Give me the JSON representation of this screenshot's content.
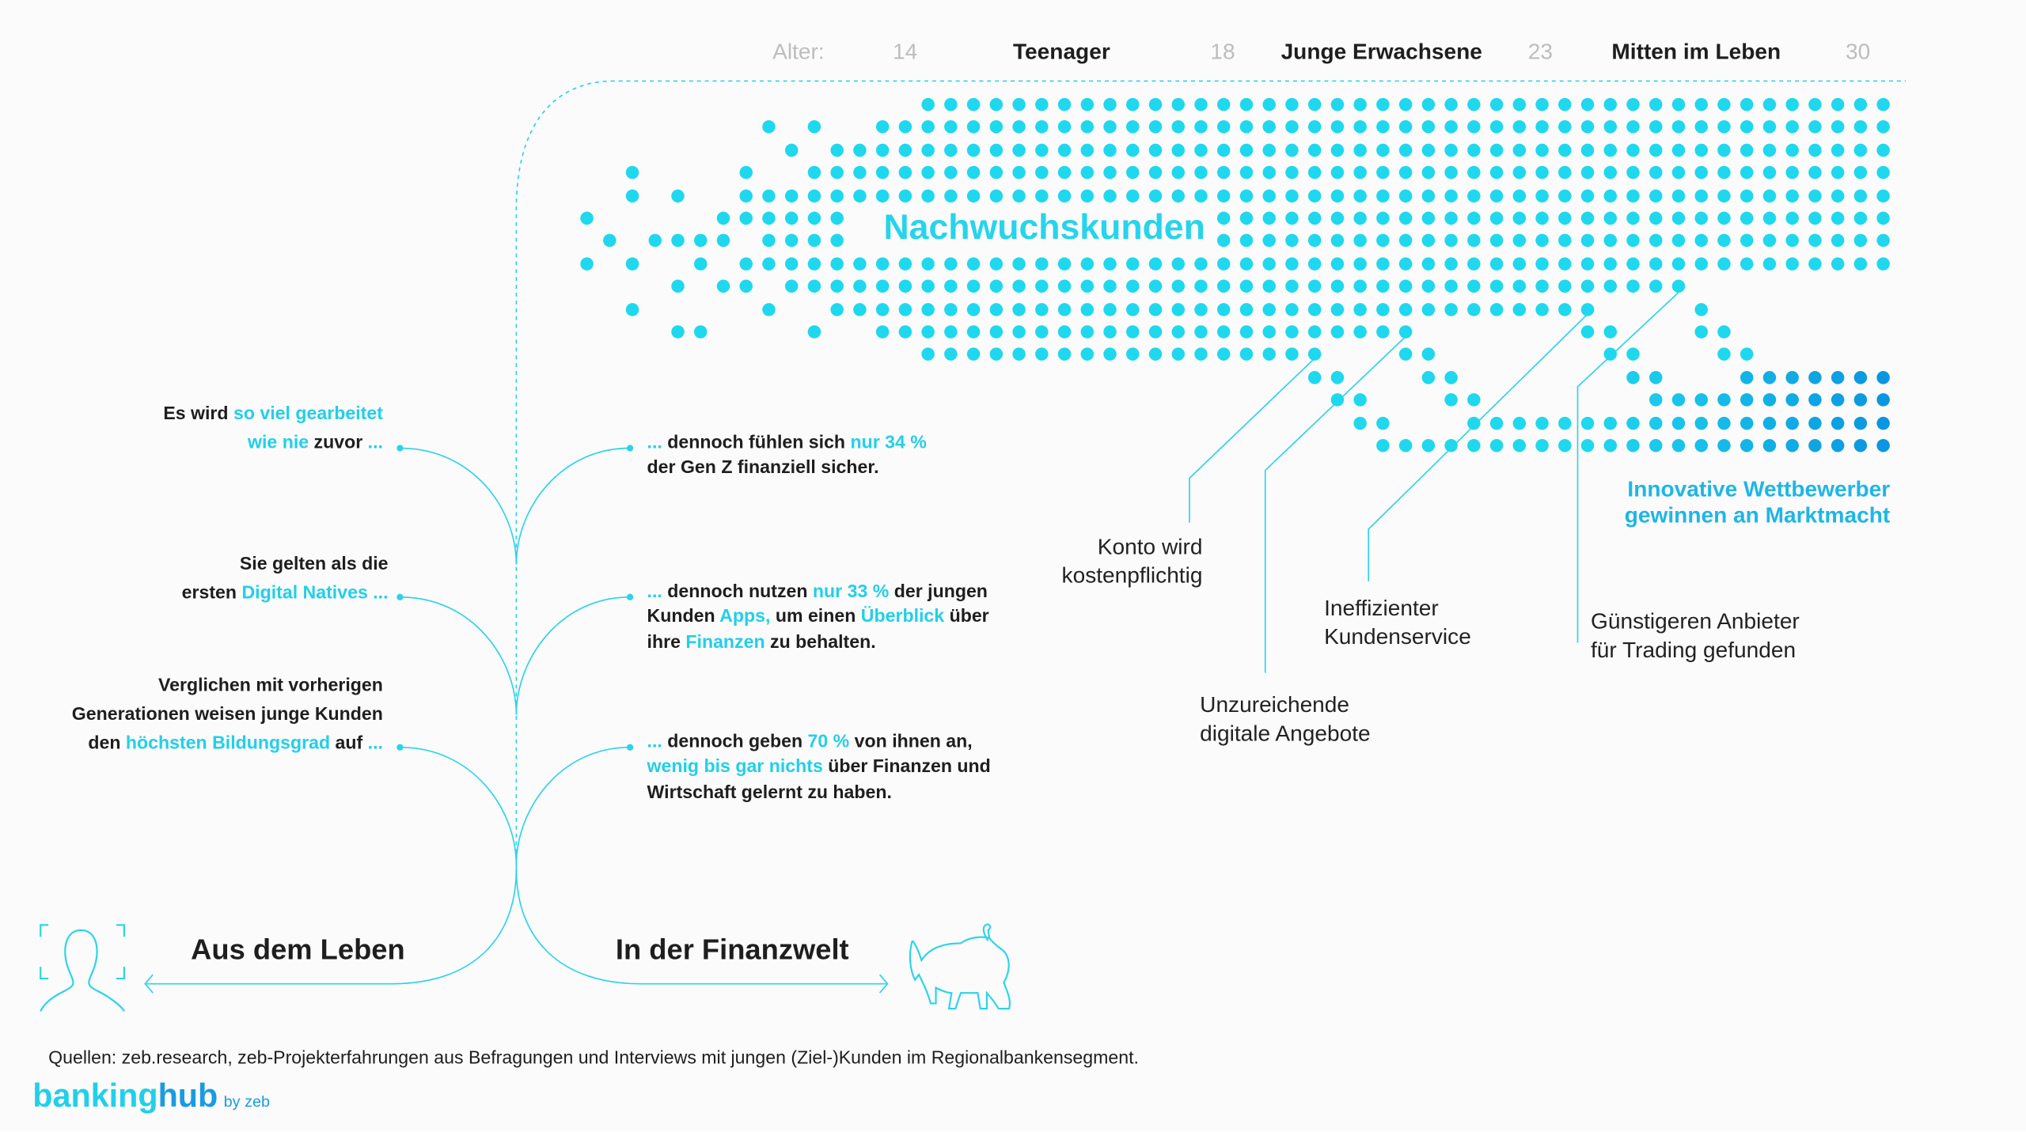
{
  "header": {
    "age_label": "Alter:",
    "ages": [
      "14",
      "18",
      "23",
      "30"
    ],
    "phases": [
      "Teenager",
      "Junge Erwachsene",
      "Mitten im Leben"
    ]
  },
  "chart_title": "Nachwuchskunden",
  "life_statements": [
    [
      [
        {
          "t": "Es wird "
        },
        {
          "t": "so viel gearbeitet",
          "hl": true
        }
      ],
      [
        {
          "t": "wie nie",
          "hl": true
        },
        {
          "t": " zuvor "
        },
        {
          "t": "...",
          "hl": true
        }
      ]
    ],
    [
      [
        {
          "t": "Sie gelten als die"
        }
      ],
      [
        {
          "t": "ersten "
        },
        {
          "t": "Digital Natives ...",
          "hl": true
        }
      ]
    ],
    [
      [
        {
          "t": "Verglichen mit vorherigen"
        }
      ],
      [
        {
          "t": "Generationen weisen junge Kunden"
        }
      ],
      [
        {
          "t": "den "
        },
        {
          "t": "höchsten Bildungsgrad",
          "hl": true
        },
        {
          "t": " auf "
        },
        {
          "t": "...",
          "hl": true
        }
      ]
    ]
  ],
  "finance_statements": [
    [
      [
        {
          "t": "... ",
          "hl": true
        },
        {
          "t": "dennoch fühlen sich "
        },
        {
          "t": "nur 34 %",
          "hl": true
        }
      ],
      [
        {
          "t": "der Gen Z finanziell sicher."
        }
      ]
    ],
    [
      [
        {
          "t": "... ",
          "hl": true
        },
        {
          "t": "dennoch nutzen "
        },
        {
          "t": "nur 33 %",
          "hl": true
        },
        {
          "t": " der jungen"
        }
      ],
      [
        {
          "t": "Kunden "
        },
        {
          "t": "Apps,",
          "hl": true
        },
        {
          "t": " um einen "
        },
        {
          "t": "Überblick",
          "hl": true
        },
        {
          "t": " über"
        }
      ],
      [
        {
          "t": "ihre "
        },
        {
          "t": "Finanzen",
          "hl": true
        },
        {
          "t": " zu behalten."
        }
      ]
    ],
    [
      [
        {
          "t": "... ",
          "hl": true
        },
        {
          "t": "dennoch geben "
        },
        {
          "t": "70 %",
          "hl": true
        },
        {
          "t": " von ihnen an,"
        }
      ],
      [
        {
          "t": "wenig bis gar nichts",
          "hl": true
        },
        {
          "t": " über Finanzen und"
        }
      ],
      [
        {
          "t": "Wirtschaft gelernt zu haben."
        }
      ]
    ]
  ],
  "churn_reasons": {
    "konto": [
      "Konto wird",
      "kostenpflichtig"
    ],
    "digital": [
      "Unzureichende",
      "digitale Angebote"
    ],
    "service": [
      "Ineffizienter",
      "Kundenservice"
    ],
    "trading": [
      "Günstigeren Anbieter",
      "für Trading gefunden"
    ]
  },
  "competitors": [
    "Innovative Wettbewerber",
    "gewinnen an Marktmacht"
  ],
  "sections": {
    "life": "Aus dem Leben",
    "finance": "In der Finanzwelt"
  },
  "source": "Quellen: zeb.research, zeb-Projekterfahrungen aus Befragungen und Interviews mit jungen (Ziel-)Kunden im Regionalbankensegment.",
  "logo": {
    "part1": "banking",
    "part2": "hub",
    "suffix": "by zeb"
  },
  "colors": {
    "accent": "#22cfe9",
    "dark_accent": "#1a9be0",
    "text": "#1e1e1e",
    "muted": "#bdbdbd"
  }
}
